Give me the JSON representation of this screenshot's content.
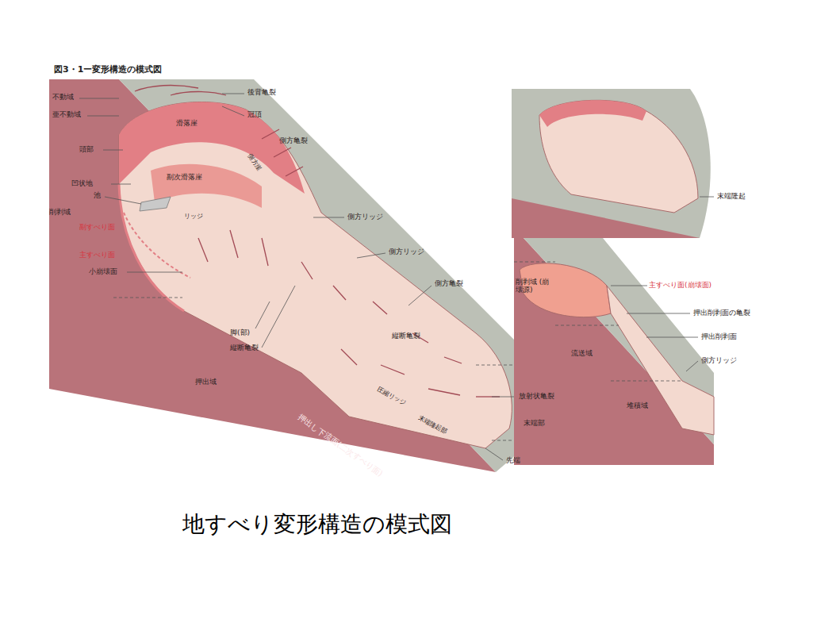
{
  "diagram": {
    "title": "図3・1ー変形構造の模式図",
    "caption": "地すべり変形構造の模式図",
    "labels": [
      "不動域",
      "亜不動域",
      "後背亀裂",
      "冠頂",
      "頭部",
      "滑落崖",
      "側方崖",
      "側方亀裂",
      "凹状地",
      "副次滑落崖",
      "池",
      "削剥域",
      "リッジ",
      "副すべり面",
      "側方リッジ",
      "主すべり面",
      "側方リッジ",
      "小崩壊面",
      "側方亀裂",
      "脚(部)",
      "縦断亀裂",
      "縦断亀裂",
      "押出域",
      "押出し下流面(二次すべり面)",
      "圧縮リッジ",
      "末端隆起部",
      "放射状亀裂",
      "末端部",
      "先端",
      "末端隆起",
      "削剥域 (崩壊源)",
      "主すべり面(崩壊面)",
      "押出削剥面の亀裂",
      "押出削剥面",
      "側方リッジ",
      "流送域",
      "堆積域"
    ]
  }
}
